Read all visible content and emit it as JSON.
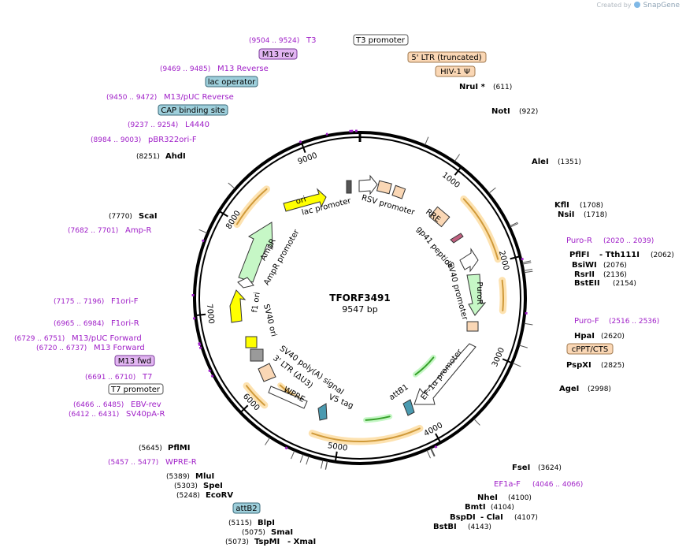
{
  "plasmid": {
    "name": "TFORF3491",
    "length": "9547 bp",
    "total_bp": 9547
  },
  "branding": {
    "prefix": "Created by",
    "name": "SnapGene"
  },
  "colors": {
    "backbone": "#000000",
    "site_line": "#444444",
    "primer": "#a020c8",
    "amp_feature": "#d09a3a",
    "orf_feature": "#37a12a",
    "ori": "#ffff00",
    "resistance": "#c6f7c6",
    "promoter": "#ffffff",
    "misc_feature": "#fad7b5",
    "protein_bind": "#9ecfdb",
    "primer_bind_box": "#e2b6f2"
  },
  "ticks": [
    {
      "label": "1000",
      "bp": 1000
    },
    {
      "label": "2000",
      "bp": 2000
    },
    {
      "label": "3000",
      "bp": 3000
    },
    {
      "label": "4000",
      "bp": 4000
    },
    {
      "label": "5000",
      "bp": 5000
    },
    {
      "label": "6000",
      "bp": 6000
    },
    {
      "label": "7000",
      "bp": 7000
    },
    {
      "label": "8000",
      "bp": 8000
    },
    {
      "label": "9000",
      "bp": 9000
    }
  ],
  "restriction_sites": [
    {
      "name": "NruI *",
      "pos": "(611)",
      "bp": 611
    },
    {
      "name": "NotI",
      "pos": "(922)",
      "bp": 922
    },
    {
      "name": "AleI",
      "pos": "(1351)",
      "bp": 1351
    },
    {
      "name": "KflI",
      "pos": "(1708)",
      "bp": 1708
    },
    {
      "name": "NsiI",
      "pos": "(1718)",
      "bp": 1718
    },
    {
      "name": "PflFI",
      "name2": "Tth111I",
      "pos": "(2062)",
      "bp": 2062
    },
    {
      "name": "BsiWI",
      "pos": "(2076)",
      "bp": 2076
    },
    {
      "name": "RsrII",
      "pos": "(2136)",
      "bp": 2136
    },
    {
      "name": "BstEII",
      "pos": "(2154)",
      "bp": 2154
    },
    {
      "name": "HpaI",
      "pos": "(2620)",
      "bp": 2620
    },
    {
      "name": "PspXI",
      "pos": "(2825)",
      "bp": 2825
    },
    {
      "name": "AgeI",
      "pos": "(2998)",
      "bp": 2998
    },
    {
      "name": "FseI",
      "pos": "(3624)",
      "bp": 3624
    },
    {
      "name": "NheI",
      "pos": "(4100)",
      "bp": 4100
    },
    {
      "name": "BmtI",
      "pos": "(4104)",
      "bp": 4104
    },
    {
      "name": "BspDI",
      "name2": "ClaI",
      "pos": "(4107)",
      "bp": 4107
    },
    {
      "name": "BstBI",
      "pos": "(4143)",
      "bp": 4143
    },
    {
      "name": "TspMI",
      "name2": "XmaI",
      "pos": "(5073)",
      "bp": 5073
    },
    {
      "name": "SmaI",
      "pos": "(5075)",
      "bp": 5075
    },
    {
      "name": "BlpI",
      "pos": "(5115)",
      "bp": 5115
    },
    {
      "name": "EcoRV",
      "pos": "(5248)",
      "bp": 5248
    },
    {
      "name": "SpeI",
      "pos": "(5303)",
      "bp": 5303
    },
    {
      "name": "MluI",
      "pos": "(5389)",
      "bp": 5389
    },
    {
      "name": "PflMI",
      "pos": "(5645)",
      "bp": 5645
    },
    {
      "name": "ScaI",
      "pos": "(7770)",
      "bp": 7770
    },
    {
      "name": "AhdI",
      "pos": "(8251)",
      "bp": 8251
    }
  ],
  "primers": [
    {
      "name": "Puro-R",
      "range": "(2020 .. 2039)",
      "start": 2020,
      "end": 2039
    },
    {
      "name": "Puro-F",
      "range": "(2516 .. 2536)",
      "start": 2516,
      "end": 2536
    },
    {
      "name": "EF1a-F",
      "range": "(4046 .. 4066)",
      "start": 4046,
      "end": 4066
    },
    {
      "name": "WPRE-R",
      "range": "(5457 .. 5477)",
      "start": 5457,
      "end": 5477
    },
    {
      "name": "SV40pA-R",
      "range": "(6412 .. 6431)",
      "start": 6412,
      "end": 6431
    },
    {
      "name": "EBV-rev",
      "range": "(6466 .. 6485)",
      "start": 6466,
      "end": 6485
    },
    {
      "name": "T7",
      "range": "(6691 .. 6710)",
      "start": 6691,
      "end": 6710
    },
    {
      "name": "M13 Forward",
      "range": "(6720 .. 6737)",
      "start": 6720,
      "end": 6737
    },
    {
      "name": "M13/pUC Forward",
      "range": "(6729 .. 6751)",
      "start": 6729,
      "end": 6751
    },
    {
      "name": "F1ori-R",
      "range": "(6965 .. 6984)",
      "start": 6965,
      "end": 6984
    },
    {
      "name": "F1ori-F",
      "range": "(7175 .. 7196)",
      "start": 7175,
      "end": 7196
    },
    {
      "name": "Amp-R",
      "range": "(7682 .. 7701)",
      "start": 7682,
      "end": 7701
    },
    {
      "name": "pBR322ori-F",
      "range": "(8984 .. 9003)",
      "start": 8984,
      "end": 9003
    },
    {
      "name": "L4440",
      "range": "(9237 .. 9254)",
      "start": 9237,
      "end": 9254
    },
    {
      "name": "M13/pUC Reverse",
      "range": "(9450 .. 9472)",
      "start": 9450,
      "end": 9472
    },
    {
      "name": "M13 Reverse",
      "range": "(9469 .. 9485)",
      "start": 9469,
      "end": 9485
    },
    {
      "name": "T3",
      "range": "(9504 .. 9524)",
      "start": 9504,
      "end": 9524
    }
  ],
  "boxed_labels": [
    {
      "name": "T3 promoter",
      "kind": "promoter"
    },
    {
      "name": "5' LTR (truncated)",
      "kind": "misc"
    },
    {
      "name": "HIV-1 Ψ",
      "kind": "misc"
    },
    {
      "name": "M13 rev",
      "kind": "primer"
    },
    {
      "name": "lac operator",
      "kind": "protein"
    },
    {
      "name": "CAP binding site",
      "kind": "protein"
    },
    {
      "name": "cPPT/CTS",
      "kind": "misc"
    },
    {
      "name": "M13 fwd",
      "kind": "primer"
    },
    {
      "name": "T7 promoter",
      "kind": "promoter"
    },
    {
      "name": "attB2",
      "kind": "protein"
    }
  ],
  "inner_labels": [
    {
      "name": "ori"
    },
    {
      "name": "lac promoter"
    },
    {
      "name": "RSV promoter"
    },
    {
      "name": "RRE"
    },
    {
      "name": "gp41 peptide"
    },
    {
      "name": "SV40 promoter"
    },
    {
      "name": "PuroR"
    },
    {
      "name": "EF-1α promoter"
    },
    {
      "name": "attB1"
    },
    {
      "name": "V5 tag"
    },
    {
      "name": "WPRE"
    },
    {
      "name": "3' LTR (ΔU3)"
    },
    {
      "name": "SV40 poly(A) signal"
    },
    {
      "name": "SV40 ori"
    },
    {
      "name": "f1 ori"
    },
    {
      "name": "AmpR promoter"
    },
    {
      "name": "AmpR"
    }
  ]
}
